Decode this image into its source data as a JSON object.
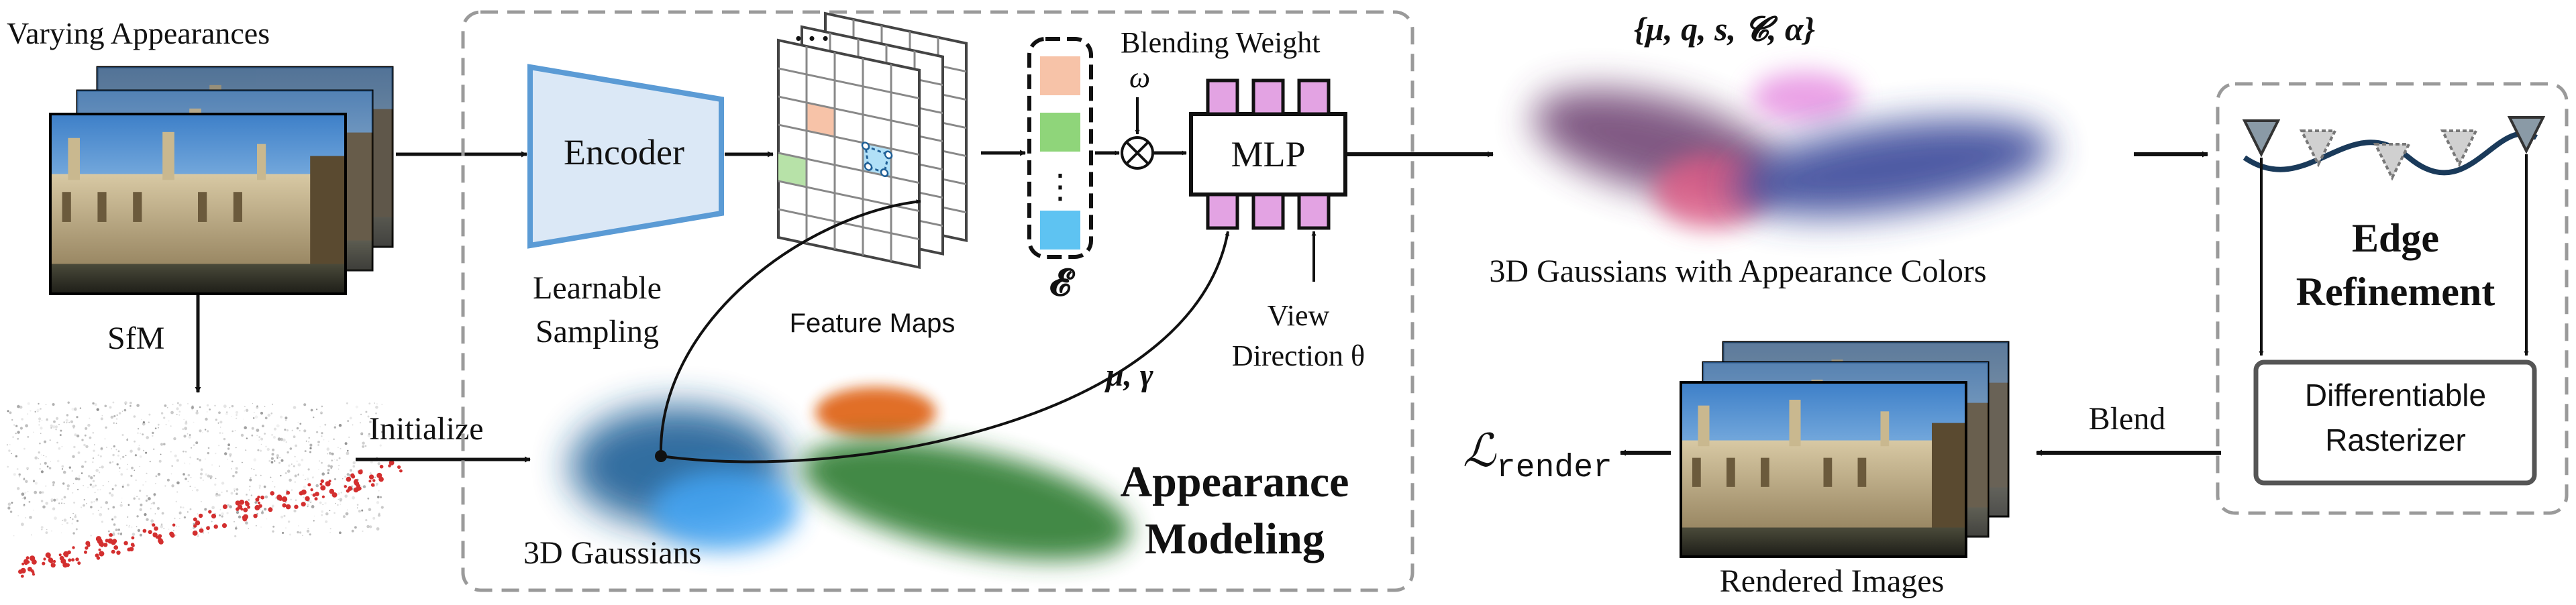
{
  "labels": {
    "varying_appearances": "Varying Appearances",
    "sfm": "SfM",
    "initialize": "Initialize",
    "encoder": "Encoder",
    "learnable": "Learnable",
    "sampling": "Sampling",
    "feature_maps": "Feature Maps",
    "ellipsis": "…",
    "vertical_dots": "⋮",
    "epsilon": "𝓔",
    "blending_weight": "Blending Weight",
    "omega": "ω",
    "multiply": "⊗",
    "mlp": "MLP",
    "view": "View",
    "direction": "Direction θ",
    "mu_gamma": "μ, γ",
    "gaussians_3d": "3D Gaussians",
    "appearance": "Appearance",
    "modeling": "Modeling",
    "params": "{μ, q, s, 𝓒, α}",
    "gaussians_colors": "3D Gaussians with Appearance Colors",
    "edge": "Edge",
    "refinement": "Refinement",
    "differentiable": "Differentiable",
    "rasterizer": "Rasterizer",
    "blend": "Blend",
    "loss_symbol": "ℒ",
    "loss_sub": "render",
    "rendered_images": "Rendered Images"
  },
  "colors": {
    "encoder_fill": "#dbe8f6",
    "encoder_stroke": "#5b9bd5",
    "mlp_port": "#e3a3e3",
    "emb_salmon": "#f7c3a8",
    "emb_green": "#8fd57a",
    "emb_blue": "#5ec3f2",
    "dashed_border": "#9a9a9a",
    "gauss_blue": "#1f5f96",
    "gauss_orange": "#e0681f",
    "gauss_green": "#2e7d32",
    "gauss_sky": "#42a5f5",
    "sfm_red": "#d32f2f"
  }
}
